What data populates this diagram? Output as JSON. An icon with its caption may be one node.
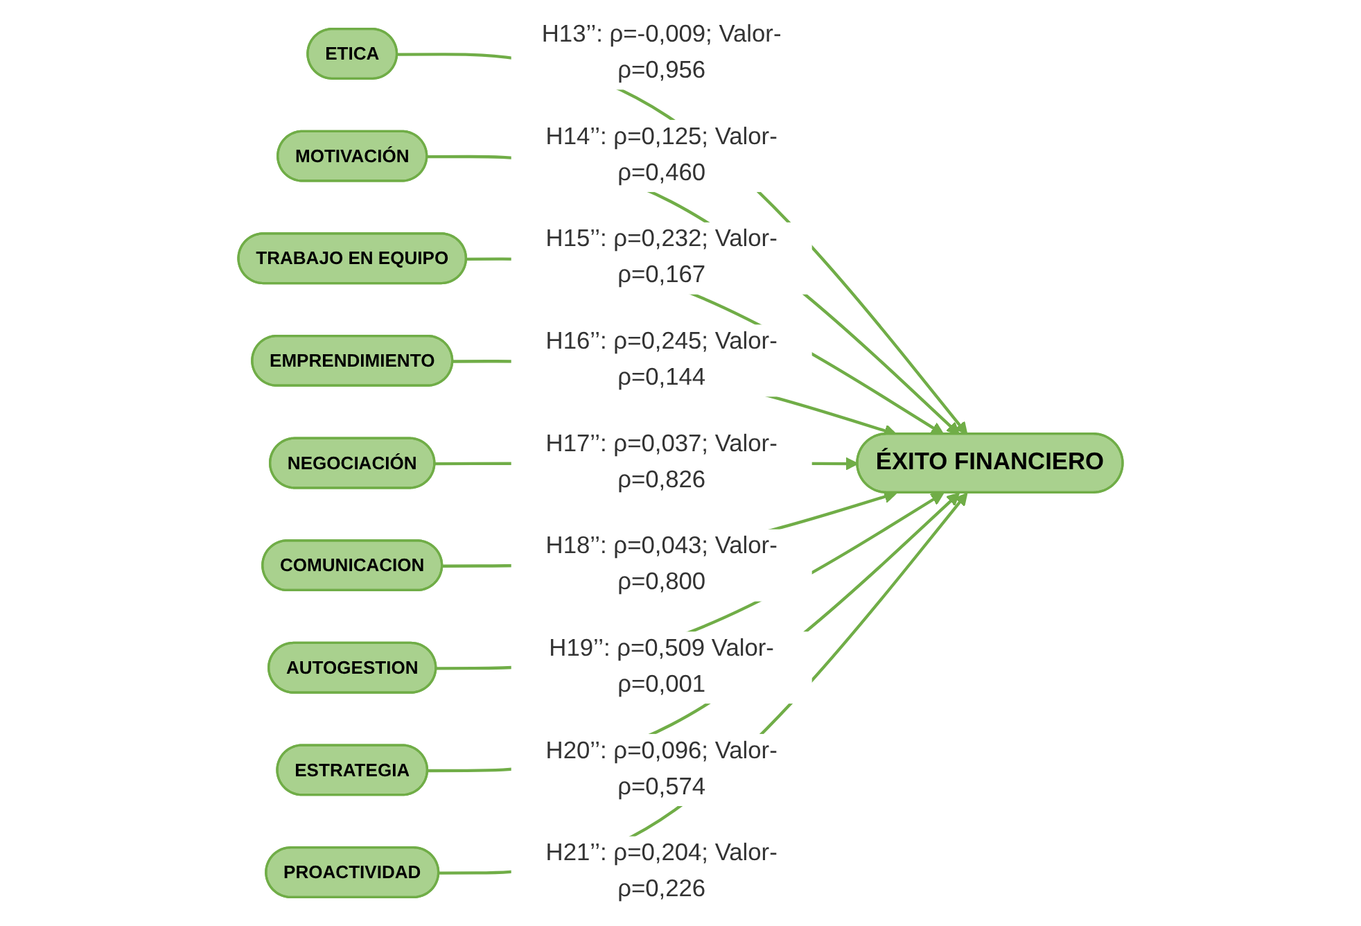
{
  "diagram": {
    "nodes": [
      {
        "text": [
          "ETICA"
        ]
      },
      {
        "text": [
          "MOTIVACIÓN"
        ]
      },
      {
        "text": [
          "TRABAJO EN EQUIPO"
        ]
      },
      {
        "text": [
          "EMPRENDIMIENTO"
        ]
      },
      {
        "text": [
          "NEGOCIACIÓN"
        ]
      },
      {
        "text": [
          "COMUNICACION"
        ]
      },
      {
        "text": [
          "AUTOGESTION"
        ]
      },
      {
        "text": [
          "ESTRATEGIA"
        ]
      },
      {
        "text": [
          "PROACTIVIDAD"
        ]
      },
      {
        "text": [
          "ÉXITO FINANCIERO"
        ]
      }
    ],
    "edges": [
      {
        "from": 0,
        "to": 9,
        "arrow": "to",
        "label": "H13’’: ρ=-0,009; Valor-ρ=0,956"
      },
      {
        "from": 1,
        "to": 9,
        "arrow": "to",
        "label": "H14’’: ρ=0,125; Valor-ρ=0,460"
      },
      {
        "from": 2,
        "to": 9,
        "arrow": "to",
        "label": "H15’’: ρ=0,232; Valor-ρ=0,167"
      },
      {
        "from": 3,
        "to": 9,
        "arrow": "to",
        "label": "H16’’: ρ=0,245; Valor-ρ=0,144"
      },
      {
        "from": 4,
        "to": 9,
        "arrow": "to",
        "label": "H17’’: ρ=0,037; Valor-ρ=0,826"
      },
      {
        "from": 5,
        "to": 9,
        "arrow": "to",
        "label": "H18’’: ρ=0,043; Valor-ρ=0,800"
      },
      {
        "from": 6,
        "to": 9,
        "arrow": "to",
        "label": "H19’’: ρ=0,509 Valor-ρ=0,001"
      },
      {
        "from": 7,
        "to": 9,
        "arrow": "to",
        "label": "H20’’: ρ=0,096; Valor-ρ=0,574"
      },
      {
        "from": 8,
        "to": 9,
        "arrow": "to",
        "label": "H21’’: ρ=0,204; Valor-ρ=0,226"
      }
    ]
  }
}
